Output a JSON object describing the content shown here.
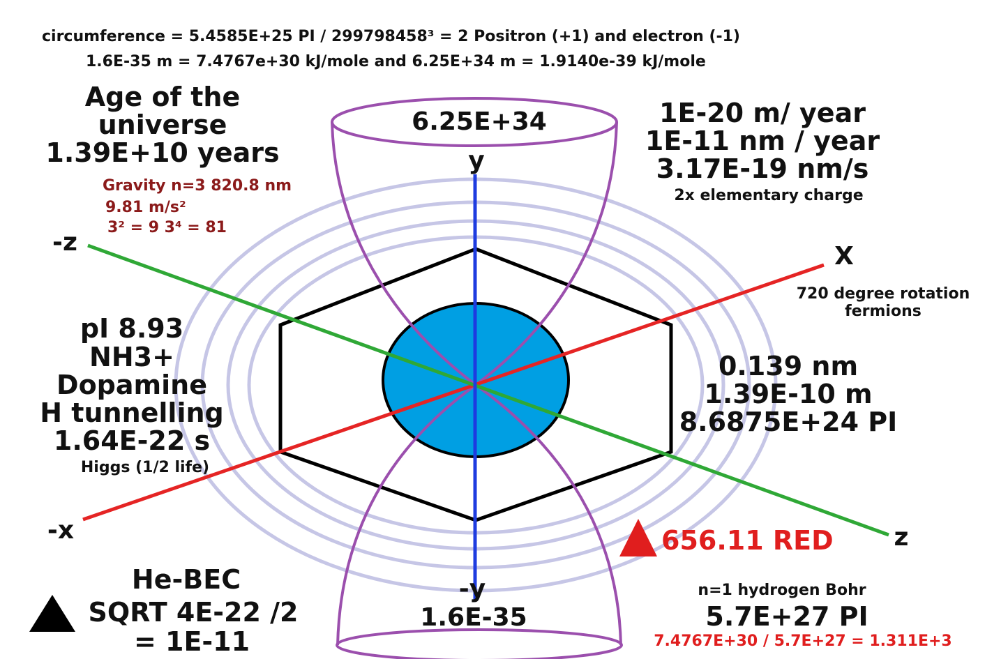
{
  "header": {
    "line1": "circumference = 5.4585E+25 PI / 299798458³ = 2   Positron (+1) and electron (-1)",
    "line2": "1.6E-35 m = 7.4767e+30 kJ/mole and 6.25E+34 m = 1.9140e-39 kJ/mole"
  },
  "age_block": {
    "line1": "Age of the",
    "line2": "universe",
    "line3": "1.39E+10 years"
  },
  "gravity_block": {
    "line1": "Gravity n=3 820.8 nm",
    "line2": "9.81 m/s²",
    "line3": "3² = 9  3⁴ = 81"
  },
  "rate_block": {
    "line1": "1E-20 m/ year",
    "line2": "1E-11 nm / year",
    "line3": "3.17E-19 nm/s",
    "line4": "2x elementary charge"
  },
  "top_funnel_label": "6.25E+34",
  "bottom_funnel_label": "1.6E-35",
  "axes": {
    "y": "y",
    "neg_y": "-y",
    "x": "X",
    "neg_x": "-x",
    "z": "z",
    "neg_z": "-z"
  },
  "rotation_note": {
    "line1": "720 degree rotation",
    "line2": "fermions"
  },
  "left_block": {
    "line1": "pI 8.93",
    "line2": "NH3+",
    "line3": "Dopamine",
    "line4": "H tunnelling",
    "line5": "1.64E-22 s",
    "line6": "Higgs (1/2 life)"
  },
  "right_block": {
    "line1": "0.139 nm",
    "line2": "1.39E-10 m",
    "line3": "8.6875E+24 PI"
  },
  "red_label": "656.11 RED",
  "he_block": {
    "line1": "He-BEC",
    "line2": "SQRT 4E-22 /2",
    "line3": "= 1E-11"
  },
  "bohr_block": {
    "line1": "n=1 hydrogen Bohr",
    "line2": "5.7E+27 PI",
    "line3": "7.4767E+30 / 5.7E+27 = 1.311E+3"
  },
  "colors": {
    "sphere": "#009fe3",
    "rings": "#c6c6e6",
    "funnel": "#9b4fad",
    "hexagon": "#000000",
    "x_axis": "#e52424",
    "z_axis": "#2fa836",
    "y_axis": "#1e3ce0",
    "red_text": "#e01e1e",
    "dark_red_text": "#8b1a1a"
  }
}
